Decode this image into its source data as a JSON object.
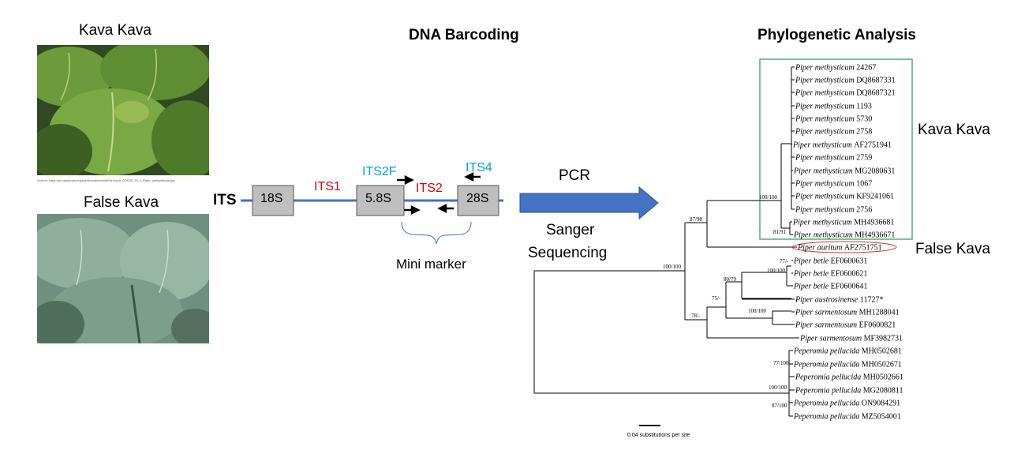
{
  "left": {
    "kava_title": "Kava Kava",
    "false_title": "False Kava",
    "photo_source": "Source: https://en.wikipedia.org/wiki/Kava#/media/File:Kava_CDS3D-TD-4_Piper_methysticum.jpg"
  },
  "middle": {
    "title": "DNA Barcoding",
    "its_label": "ITS",
    "regions": {
      "s18": "18S",
      "s58": "5.8S",
      "s28": "28S",
      "its1": "ITS1",
      "its2": "ITS2"
    },
    "primers": {
      "its2f": "ITS2F",
      "its4": "ITS4"
    },
    "mini_marker": "Mini marker",
    "pcr": "PCR",
    "sanger_line1": "Sanger",
    "sanger_line2": "Sequencing"
  },
  "right": {
    "title": "Phylogenetic Analysis",
    "kava_label": "Kava Kava",
    "false_label": "False Kava",
    "scale_label": "0.04 substitutions per site",
    "taxa": [
      {
        "genus": "Piper",
        "species": "methysticum",
        "acc": "24267"
      },
      {
        "genus": "Piper",
        "species": "methysticum",
        "acc": "DQ8687331"
      },
      {
        "genus": "Piper",
        "species": "methysticum",
        "acc": "DQ8687321"
      },
      {
        "genus": "Piper",
        "species": "methysticum",
        "acc": "1193"
      },
      {
        "genus": "Piper",
        "species": "methysticum",
        "acc": "5730"
      },
      {
        "genus": "Piper",
        "species": "methysticum",
        "acc": "2758"
      },
      {
        "genus": "Piper",
        "species": "methysticum",
        "acc": "AF2751941"
      },
      {
        "genus": "Piper",
        "species": "methysticum",
        "acc": "2759"
      },
      {
        "genus": "Piper",
        "species": "methysticum",
        "acc": "MG2080631"
      },
      {
        "genus": "Piper",
        "species": "methysticum",
        "acc": "1067"
      },
      {
        "genus": "Piper",
        "species": "methysticum",
        "acc": "KF9241061"
      },
      {
        "genus": "Piper",
        "species": "methysticum",
        "acc": "2756"
      },
      {
        "genus": "Piper",
        "species": "methysticum",
        "acc": "MH4936681"
      },
      {
        "genus": "Piper",
        "species": "methysticum",
        "acc": "MH4936671"
      },
      {
        "genus": "Piper",
        "species": "auritum",
        "acc": "AF2751751"
      },
      {
        "genus": "Piper",
        "species": "betle",
        "acc": "EF0600631"
      },
      {
        "genus": "Piper",
        "species": "betle",
        "acc": "EF0600621"
      },
      {
        "genus": "Piper",
        "species": "betle",
        "acc": "EF0600641"
      },
      {
        "genus": "Piper",
        "species": "austrosinense",
        "acc": "11727*"
      },
      {
        "genus": "Piper",
        "species": "sarmentosum",
        "acc": "MH1288041"
      },
      {
        "genus": "Piper",
        "species": "sarmentosum",
        "acc": "EF0600821"
      },
      {
        "genus": "Piper",
        "species": "sarmentosum",
        "acc": "MF3982731"
      },
      {
        "genus": "Peperomia",
        "species": "pellucida",
        "acc": "MH0502681"
      },
      {
        "genus": "Peperomia",
        "species": "pellucida",
        "acc": "MH0502671"
      },
      {
        "genus": "Peperomia",
        "species": "pellucida",
        "acc": "MH0502661"
      },
      {
        "genus": "Peperomia",
        "species": "pellucida",
        "acc": "MG2080811"
      },
      {
        "genus": "Peperomia",
        "species": "pellucida",
        "acc": "ON9084291"
      },
      {
        "genus": "Peperomia",
        "species": "pellucida",
        "acc": "MZ5054001"
      }
    ],
    "supports": {
      "root": "100/100",
      "piper_auritum": "87/98",
      "kava_clade": "100/100",
      "kava_sub": "81/91",
      "betle_group": "78/-",
      "betle_aus": "80/79",
      "betle_pair": "100/100",
      "betle_top": "77/-",
      "betle_sarm": "75/-",
      "sarm_pair": "100/100",
      "pep_a": "77/100",
      "pep_b": "100/100",
      "pep_c": "87/100"
    }
  },
  "colors": {
    "its_line": "#4472c4",
    "its_region_text": "#e60000",
    "primer_text": "#00a0e0",
    "box_fill": "#bfbfbf",
    "arrow_fill": "#4472c4",
    "kava_box": "#3aa05a",
    "auritum_oval": "#e03030"
  }
}
